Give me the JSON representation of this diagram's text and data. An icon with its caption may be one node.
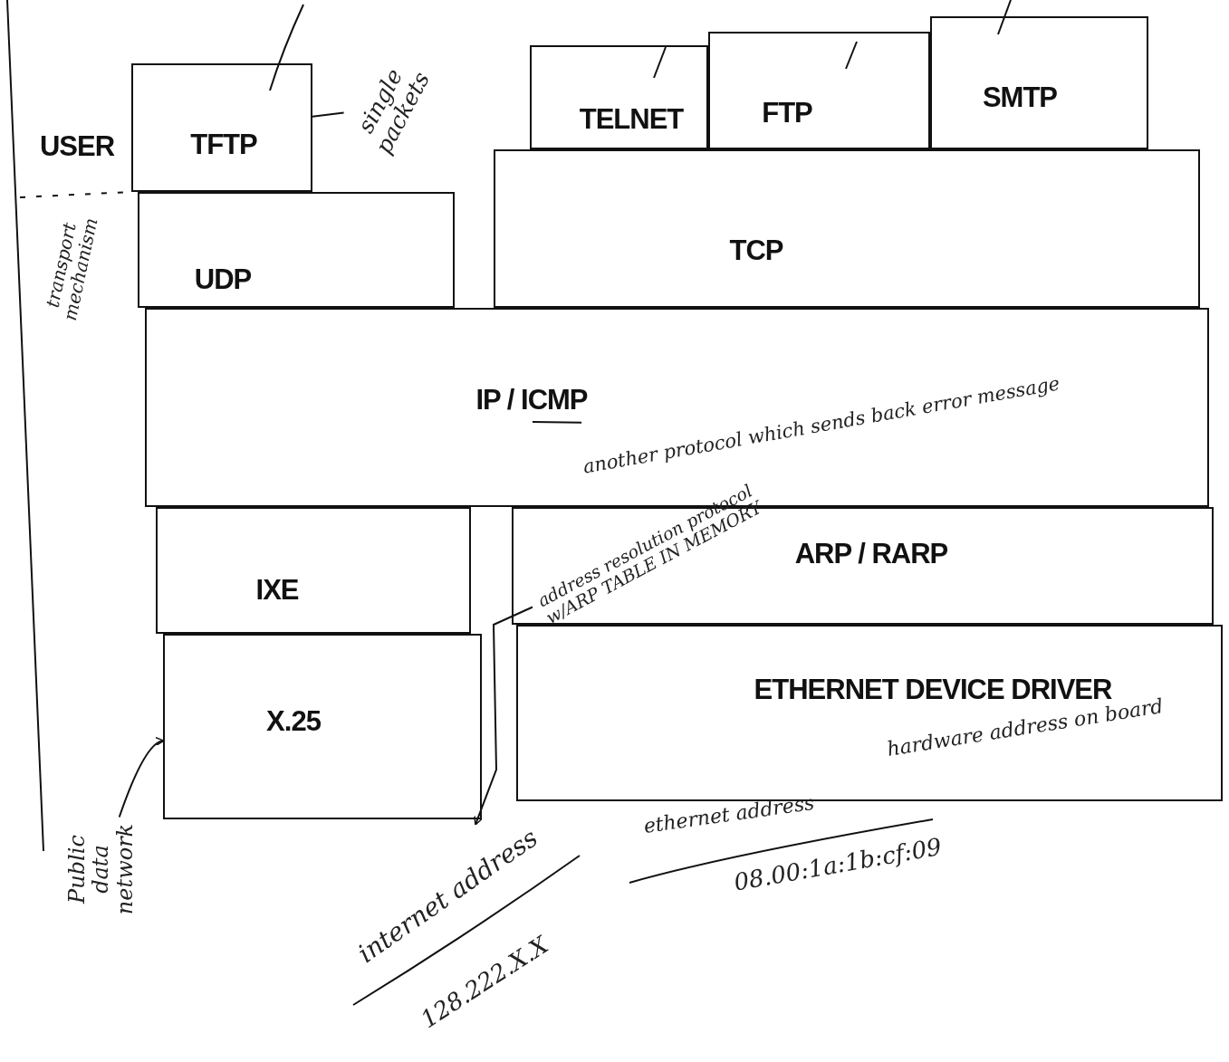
{
  "diagram": {
    "nodes": [
      {
        "text": [
          "TFTP"
        ]
      },
      {
        "text": [
          "single packets"
        ]
      },
      {
        "text": [
          "TELNET"
        ]
      },
      {
        "text": [
          "FTP"
        ]
      },
      {
        "text": [
          "SMTP"
        ]
      },
      {
        "text": [
          "UDP"
        ]
      },
      {
        "text": [
          "TCP"
        ]
      },
      {
        "text": [
          "IP / ICMP"
        ]
      },
      {
        "text": [
          "another protocol which sends back error message"
        ],
        "in": 7
      },
      {
        "text": [
          "IXE"
        ]
      },
      {
        "text": [
          "ARP / RARP"
        ]
      },
      {
        "text": [
          "address resolution protocol w/ARP TABLE IN MEMORY"
        ],
        "in": 10
      },
      {
        "text": [
          "ETHERNET DEVICE DRIVER",
          "hardware address on board"
        ]
      },
      {
        "text": [
          "X.25"
        ]
      },
      {
        "text": [
          "Public data network"
        ]
      },
      {
        "text": [
          "internet address"
        ]
      }
    ],
    "edges": [
      {
        "from": 1,
        "to": 0,
        "arrow": "none"
      },
      {
        "from": 8,
        "to": null,
        "arrow": "none"
      },
      {
        "from": 14,
        "to": 13,
        "arrow": "to"
      },
      {
        "from": 11,
        "to": 15,
        "arrow": "to"
      }
    ],
    "labels": [
      "USER",
      "transport mechanism",
      "ethernet address",
      "08.00:1a:1b:cf:09",
      "128.222.X.X"
    ]
  }
}
